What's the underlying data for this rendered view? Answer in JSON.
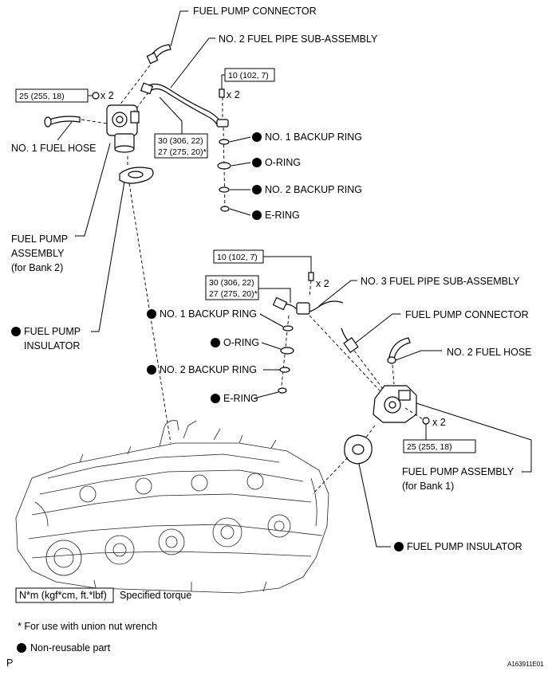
{
  "labels": {
    "fuel_pump_connector_top": "FUEL PUMP CONNECTOR",
    "no2_fuel_pipe": "NO. 2 FUEL PIPE SUB-ASSEMBLY",
    "no1_fuel_hose": "NO. 1 FUEL HOSE",
    "bank2_line1": "FUEL PUMP",
    "bank2_line2": "ASSEMBLY",
    "bank2_line3": "(for Bank 2)",
    "insulator_left_line1": "FUEL PUMP",
    "insulator_left_line2": "INSULATOR",
    "no1_backup_ring_top": "NO. 1 BACKUP RING",
    "o_ring_top": "O-RING",
    "no2_backup_ring_top": "NO. 2 BACKUP RING",
    "e_ring_top": "E-RING",
    "no3_fuel_pipe": "NO. 3 FUEL PIPE SUB-ASSEMBLY",
    "no1_backup_ring_mid": "NO. 1 BACKUP RING",
    "fuel_pump_connector_right": "FUEL PUMP CONNECTOR",
    "o_ring_mid": "O-RING",
    "no2_fuel_hose": "NO. 2 FUEL HOSE",
    "no2_backup_ring_mid": "NO. 2 BACKUP RING",
    "e_ring_mid": "E-RING",
    "bank1_line1": "FUEL PUMP ASSEMBLY",
    "bank1_line2": "(for Bank 1)",
    "insulator_right": "FUEL PUMP INSULATOR"
  },
  "torques": {
    "pump_bank2_bolt": "25 (255, 18)",
    "pipe2_bolt": "10 (102, 7)",
    "pipe2_union_1": "30 (306, 22)",
    "pipe2_union_2": "27 (275, 20)*",
    "pipe3_bolt": "10 (102, 7)",
    "pipe3_union_1": "30 (306, 22)",
    "pipe3_union_2": "27 (275, 20)*",
    "pump_bank1_bolt": "25 (255, 18)"
  },
  "quantities": {
    "bank2_bolts": "x 2",
    "pipe2_bolts": "x 2",
    "pipe3_bolts": "x 2",
    "bank1_bolts": "x 2"
  },
  "legend": {
    "torque_unit": "N*m (kgf*cm, ft.*lbf)",
    "torque_desc": "Specified torque",
    "union_note": "* For use with union nut wrench",
    "non_reusable": "Non-reusable part"
  },
  "footer": {
    "left_code": "P",
    "figure_id": "A163911E01"
  },
  "colors": {
    "ink": "#000000",
    "paper": "#ffffff"
  }
}
